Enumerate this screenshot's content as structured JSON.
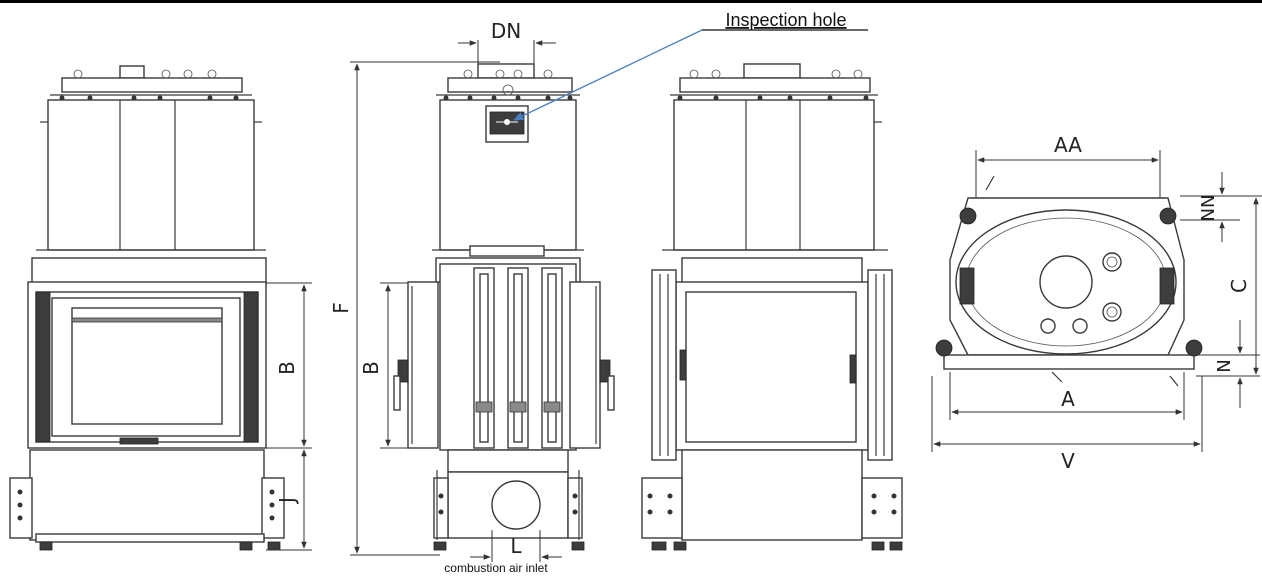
{
  "labels": {
    "inspection_hole": "Inspection hole",
    "combustion_air_inlet": "combustion air inlet",
    "dn": "DN",
    "f": "F",
    "b_front": "B",
    "b_side": "B",
    "j": "J",
    "l": "L",
    "aa": "AA",
    "nn": "NN",
    "c": "C",
    "n": "N",
    "a": "A",
    "v": "V"
  },
  "colors": {
    "line": "#3a3a3a",
    "arrow": "#4a7fc1",
    "top_rule": "#000000"
  }
}
